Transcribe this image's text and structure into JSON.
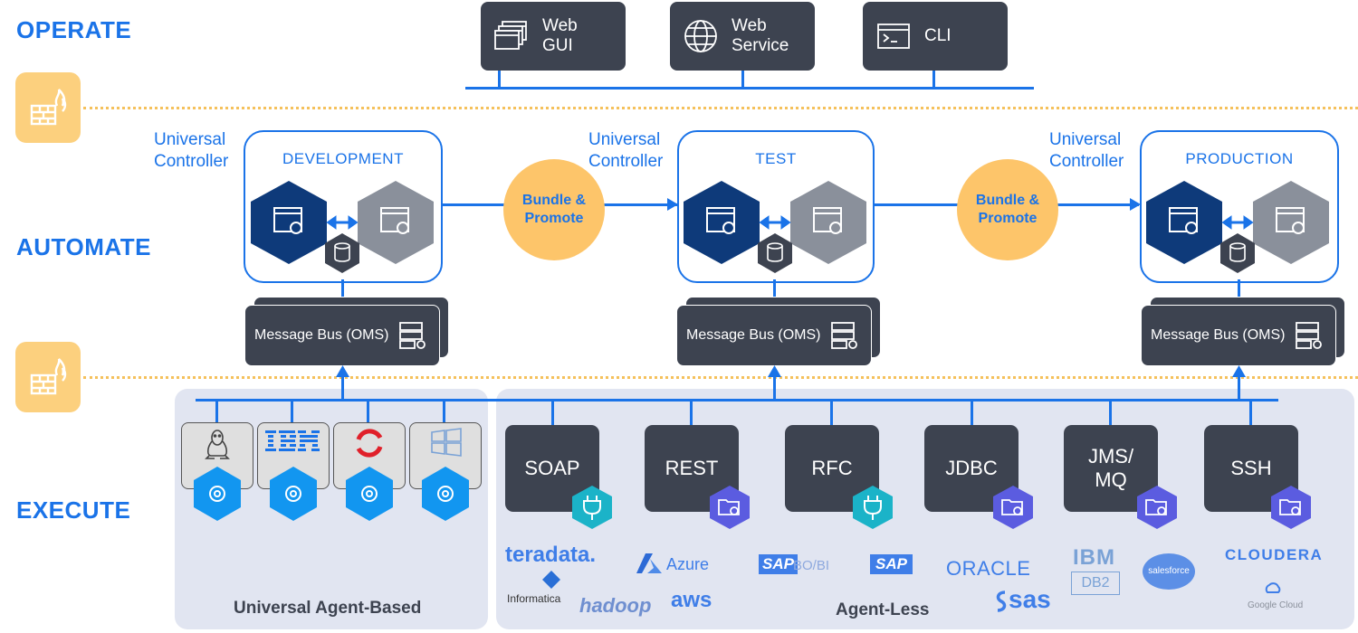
{
  "layers": {
    "operate": "OPERATE",
    "automate": "AUTOMATE",
    "execute": "EXECUTE"
  },
  "interfaces": {
    "web_gui": "Web\nGUI",
    "web_service": "Web\nService",
    "cli": "CLI"
  },
  "controllers": [
    {
      "label": "Universal\nController",
      "env": "DEVELOPMENT"
    },
    {
      "label": "Universal\nController",
      "env": "TEST"
    },
    {
      "label": "Universal\nController",
      "env": "PRODUCTION"
    }
  ],
  "bundle_label": "Bundle &\nPromote",
  "message_bus_label": "Message Bus (OMS)",
  "panels": {
    "agent_based": "Universal Agent-Based",
    "agent_less": "Agent-Less"
  },
  "connectors": [
    "SOAP",
    "REST",
    "RFC",
    "JDBC",
    "JMS/\nMQ",
    "SSH"
  ],
  "vendors": {
    "teradata": "teradata.",
    "informatica": "Informatica",
    "hadoop": "hadoop",
    "azure": "Azure",
    "aws": "aws",
    "sap_bobi": "BO/BI",
    "sap_bobi_logo": "SAP",
    "sap": "SAP",
    "oracle": "ORACLE",
    "sas": "sas",
    "ibm": "IBM",
    "db2": "DB2",
    "salesforce": "salesforce",
    "cloudera": "CLOUDERA",
    "google_cloud": "Google Cloud"
  },
  "colors": {
    "accent": "#1a73e8",
    "dark_box": "#3d4350",
    "navy_hex": "#0e3a7a",
    "gray_hex": "#8a909b",
    "bundle": "#fdc56a",
    "firewall": "#fcd07e",
    "agent_hex": "#1296f0",
    "teal_hex": "#1bb3c8",
    "purple_hex": "#5b5ce0",
    "panel_bg": "#e1e5f1"
  }
}
